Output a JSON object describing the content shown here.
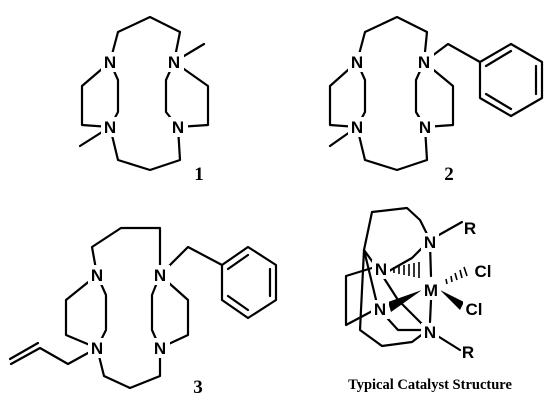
{
  "atoms": {
    "nitrogen": "N",
    "r_group": "R",
    "metal": "M",
    "chlorine": "Cl"
  },
  "compounds": [
    {
      "number": "1"
    },
    {
      "number": "2"
    },
    {
      "number": "3"
    }
  ],
  "catalyst": {
    "caption": "Typical Catalyst Structure"
  }
}
